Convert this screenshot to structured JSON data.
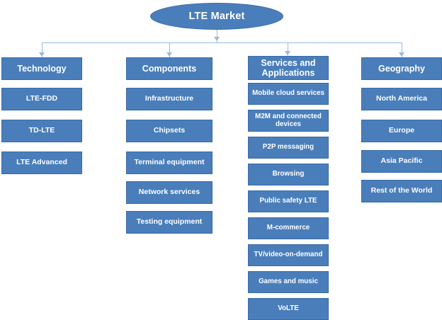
{
  "diagram": {
    "title": "LTE Market",
    "root": {
      "label": "LTE Market"
    },
    "columns": [
      {
        "header": "Technology",
        "items": [
          "LTE-FDD",
          "TD-LTE",
          "LTE Advanced"
        ]
      },
      {
        "header": "Components",
        "items": [
          "Infrastructure",
          "Chipsets",
          "Terminal equipment",
          "Network services",
          "Testing equipment"
        ]
      },
      {
        "header": "Services and Applications",
        "items": [
          "Mobile cloud services",
          "M2M and connected devices",
          "P2P messaging",
          "Browsing",
          "Public safety LTE",
          "M-commerce",
          "TV/video-on-demand",
          "Games and music",
          "VoLTE"
        ]
      },
      {
        "header": "Geography",
        "items": [
          "North America",
          "Europe",
          "Asia Pacific",
          "Rest of the World"
        ]
      }
    ],
    "colors": {
      "node_fill": "#4a7ebb",
      "node_border": "#3a6aa5",
      "connector": "#9ab9de",
      "node_text": "#ffffff",
      "background": "#ffffff"
    }
  }
}
